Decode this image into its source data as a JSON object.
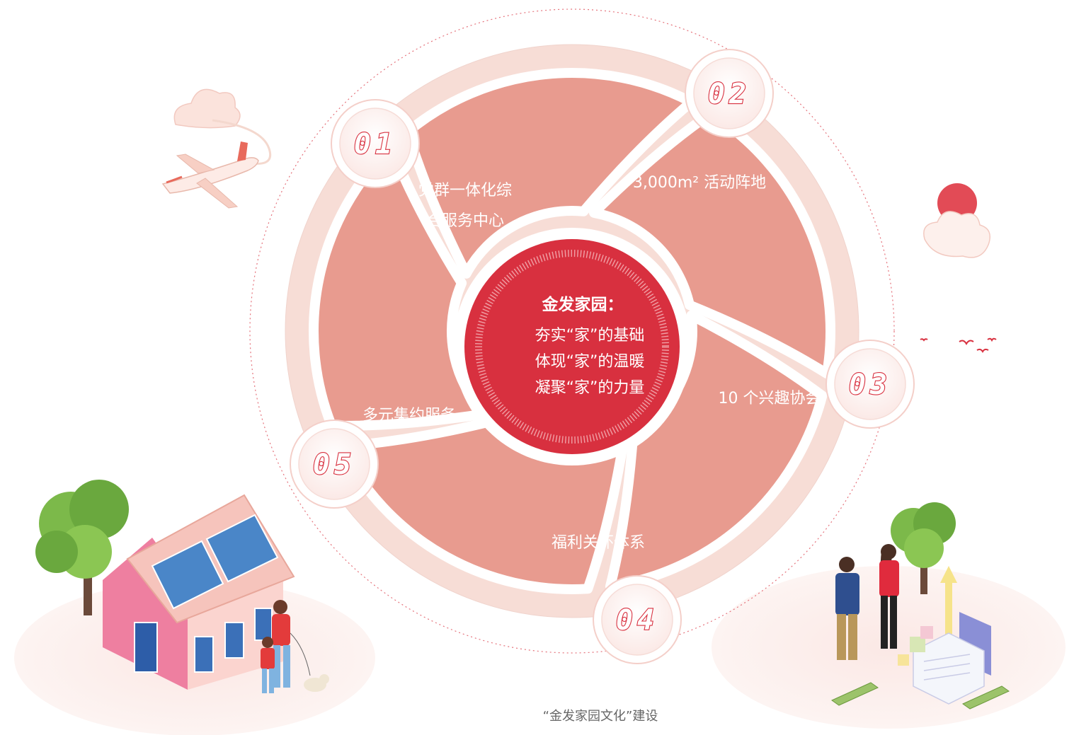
{
  "center": {
    "title": "金发家园：",
    "lines": [
      "夯实“家”的基础",
      "体现“家”的温暖",
      "凝聚“家”的力量"
    ]
  },
  "segments": [
    {
      "number": "01",
      "lines": [
        "党群一体化综",
        "合服务中心"
      ]
    },
    {
      "number": "02",
      "lines": [
        "3,000m² 活动阵地"
      ]
    },
    {
      "number": "03",
      "lines": [
        "10 个兴趣协会"
      ]
    },
    {
      "number": "04",
      "lines": [
        "福利关怀体系"
      ]
    },
    {
      "number": "05",
      "lines": [
        "多元集约服务"
      ]
    }
  ],
  "caption": "“金发家园文化”建设",
  "colors": {
    "segment": "#e89b8f",
    "outer_ring": "#f7ddd6",
    "center": "#d8303f",
    "badge_ring": "#f4cfc9",
    "accent": "#d8303f"
  },
  "icons": [
    "airplane-icon",
    "cloud-icon",
    "house-icon",
    "tree-icon",
    "birds-icon",
    "people-icon",
    "documents-icon"
  ]
}
